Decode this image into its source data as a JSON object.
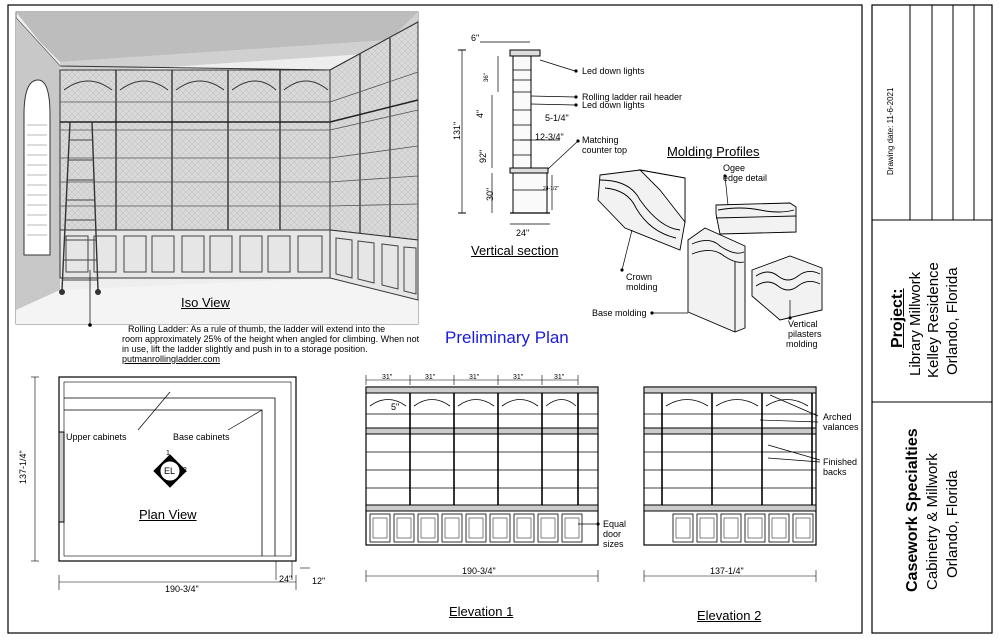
{
  "iso": {
    "title": "Iso View",
    "note_line1": "Rolling Ladder:  As a rule of thumb, the ladder will extend into the",
    "note_line2": "room approximately 25% of the height when angled for climbing. When not",
    "note_line3": "in use, lift the ladder slightly and push in to a storage position.",
    "note_link": "putmanrollingladder.com"
  },
  "section": {
    "title": "Vertical section",
    "dims": {
      "top": "6\"",
      "height": "131\"",
      "d36": "36\"",
      "d4": "4\"",
      "d92": "92\"",
      "d30": "30\"",
      "depth": "24\"",
      "d514": "5-1/4\"",
      "d1234": "12-3/4\"",
      "d2412": "24-1/2\""
    },
    "callouts": {
      "led1": "Led down lights",
      "rail": "Rolling ladder rail header",
      "led2": "Led down lights",
      "counter1": "Matching",
      "counter2": "counter top"
    }
  },
  "profiles": {
    "title": "Molding Profiles",
    "ogee1": "Ogee",
    "ogee2": "edge detail",
    "crown1": "Crown",
    "crown2": "molding",
    "base": "Base molding",
    "pil1": "Vertical",
    "pil2": "pilasters",
    "pil3": "molding"
  },
  "preliminary": "Preliminary Plan",
  "plan": {
    "title": "Plan View",
    "upper": "Upper cabinets",
    "base": "Base cabinets",
    "el": "EL",
    "el1": "1",
    "el2": "2",
    "width": "190-3/4\"",
    "depth": "137-1/4\"",
    "d24": "24\"",
    "d12": "12\""
  },
  "elev1": {
    "title": "Elevation 1",
    "bay": "31\"",
    "arch": "5\"",
    "width": "190-3/4\"",
    "equal1": "Equal",
    "equal2": "door",
    "equal3": "sizes"
  },
  "elev2": {
    "title": "Elevation 2",
    "width": "137-1/4\"",
    "arched1": "Arched",
    "arched2": "valances",
    "finished1": "Finished",
    "finished2": "backs"
  },
  "titleblock": {
    "date": "Drawing date:  11-6-2021",
    "project_label": "Project:",
    "project_l1": "Library Millwork",
    "project_l2": "Kelley Residence",
    "project_l3": "Orlando, Florida",
    "company": "Casework Specialties",
    "company_l2": "Cabinetry & Millwork",
    "company_l3": "Orlando, Florida"
  }
}
